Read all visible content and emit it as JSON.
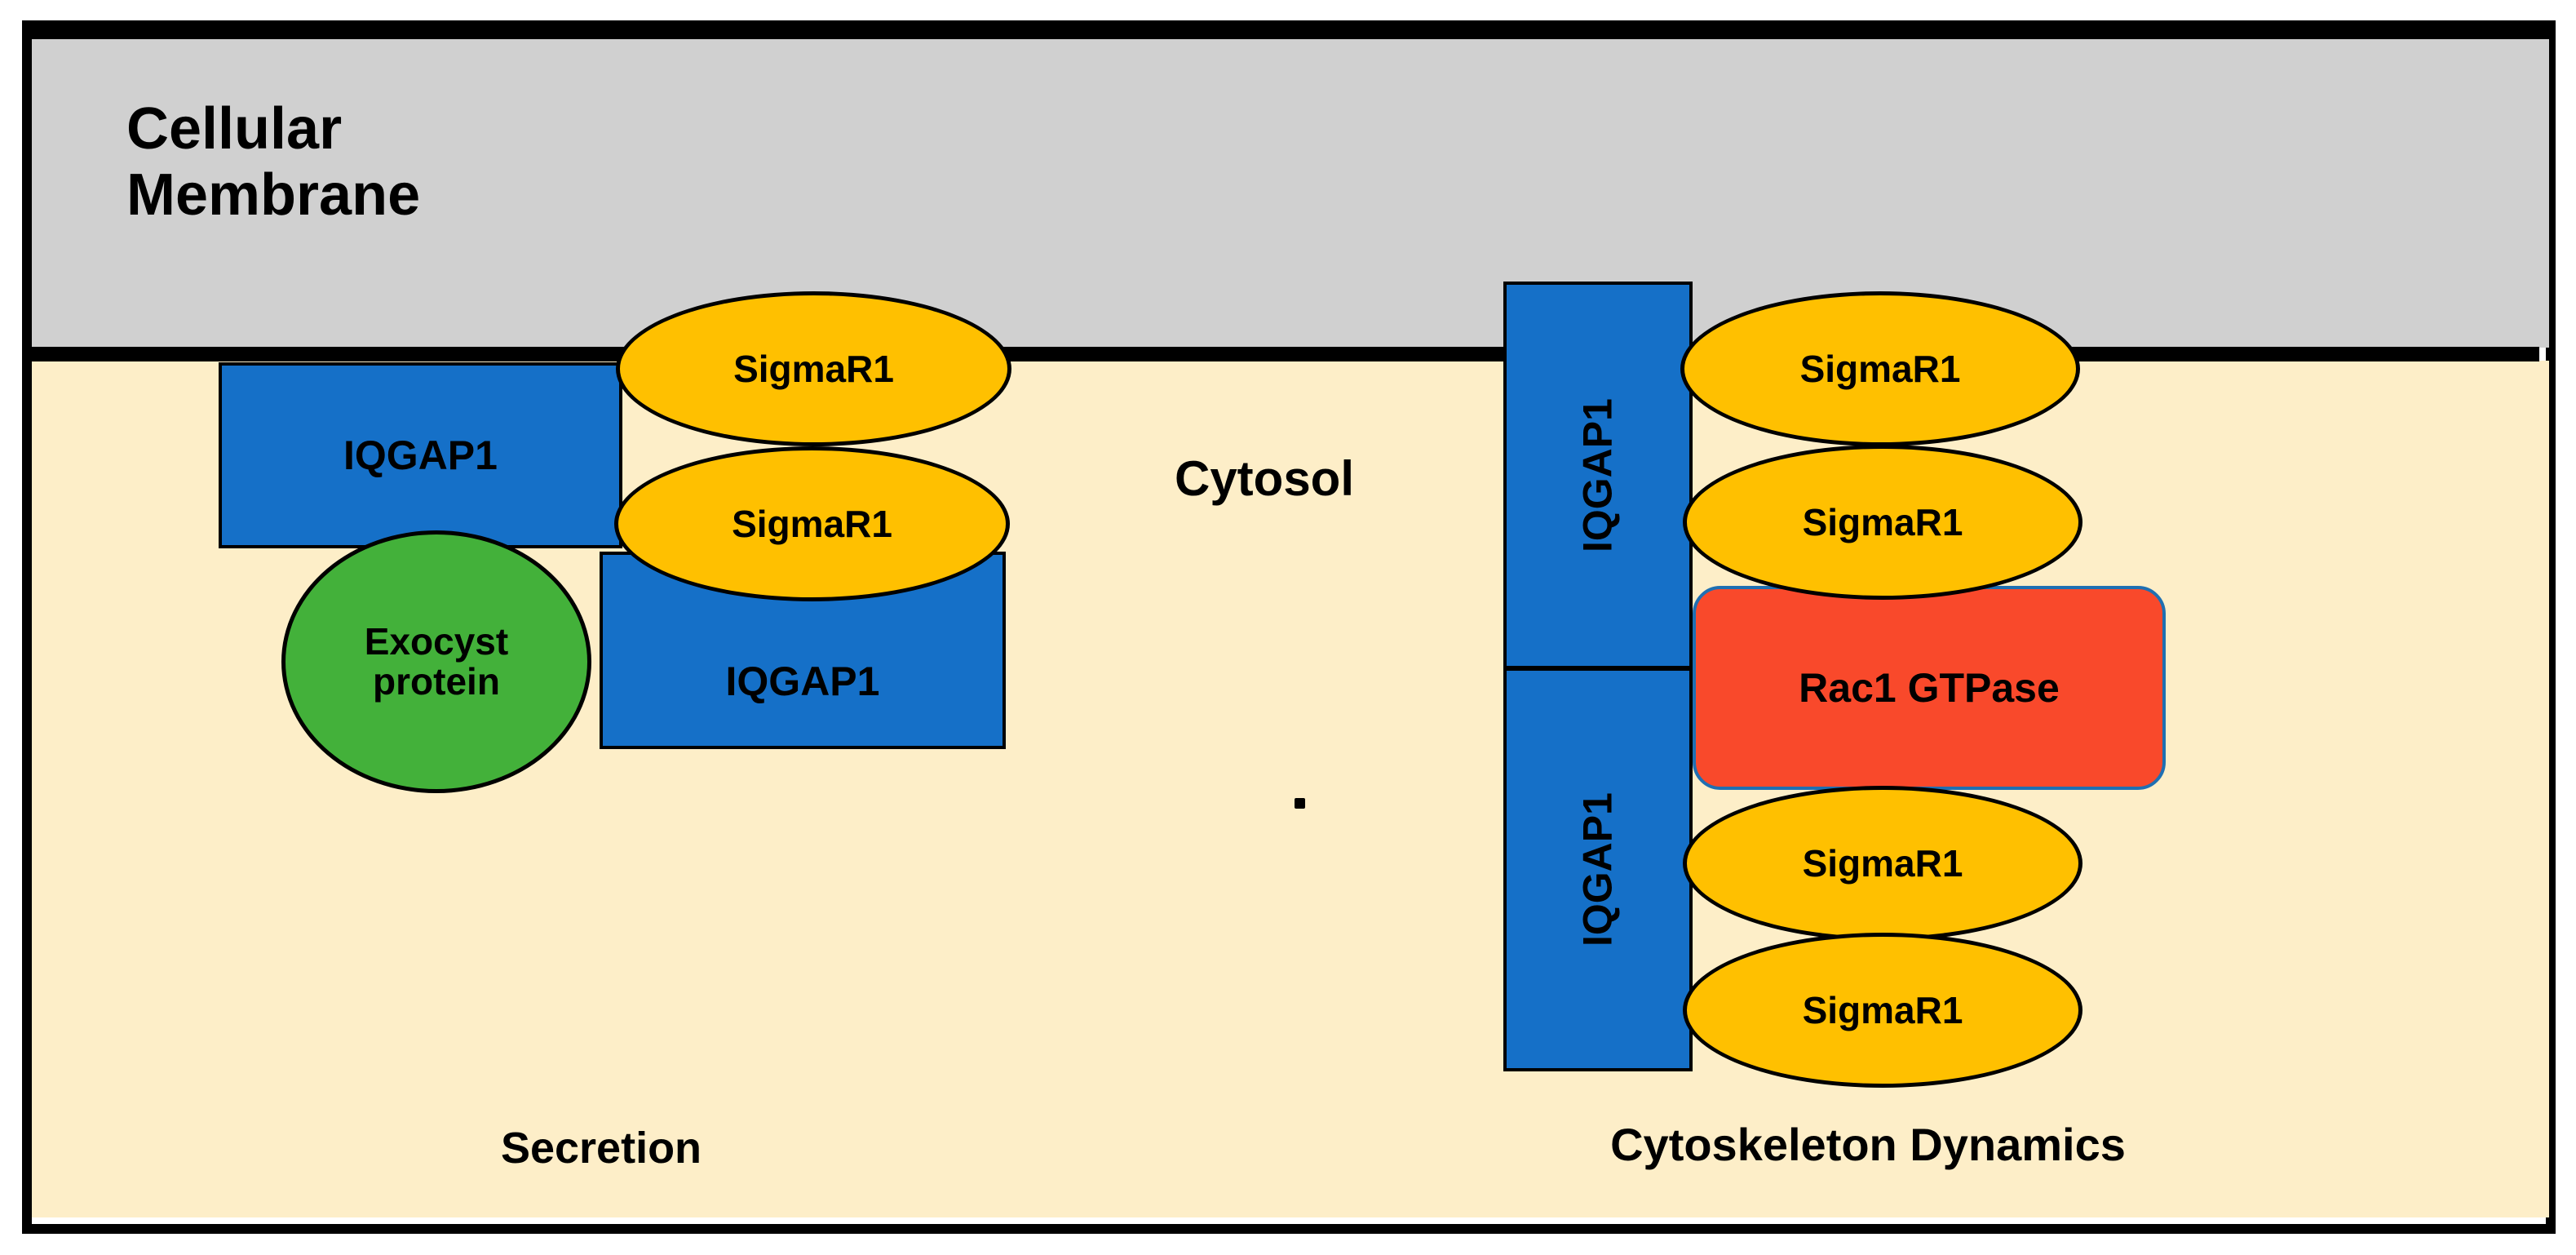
{
  "figure": {
    "title_label": "Cellular Membrane",
    "cytosol_label": "Cytosol",
    "compartments": {
      "membrane_fill": "#d0d0d0",
      "cytosol_fill": "#fdeec8",
      "border": "#000000"
    }
  },
  "palette": {
    "iqgap1_blue": "#1570c8",
    "sigmar1_yellow": "#ffc000",
    "exocyst_green": "#43b13a",
    "rac1_red": "#f9492b",
    "rac1_border_blue": "#1f6fb2",
    "outline_black": "#000000"
  },
  "left_complex": {
    "pathway_label": "Secretion",
    "nodes": [
      {
        "id": "left-iqgap1-upper",
        "label": "IQGAP1",
        "shape": "rectangle"
      },
      {
        "id": "left-sigmar1-upper",
        "label": "SigmaR1",
        "shape": "ellipse"
      },
      {
        "id": "left-sigmar1-lower",
        "label": "SigmaR1",
        "shape": "ellipse"
      },
      {
        "id": "left-exocyst",
        "label": "Exocyst\nprotein",
        "shape": "ellipse"
      },
      {
        "id": "left-iqgap1-lower",
        "label": "IQGAP1",
        "shape": "rectangle"
      }
    ]
  },
  "right_complex": {
    "pathway_label": "Cytoskeleton Dynamics",
    "nodes": [
      {
        "id": "right-iqgap1-upper",
        "label": "IQGAP1",
        "shape": "rectangle-vertical"
      },
      {
        "id": "right-iqgap1-lower",
        "label": "IQGAP1",
        "shape": "rectangle-vertical"
      },
      {
        "id": "right-sigmar1-1",
        "label": "SigmaR1",
        "shape": "ellipse"
      },
      {
        "id": "right-sigmar1-2",
        "label": "SigmaR1",
        "shape": "ellipse"
      },
      {
        "id": "right-rac1",
        "label": "Rac1 GTPase",
        "shape": "rounded-rectangle"
      },
      {
        "id": "right-sigmar1-3",
        "label": "SigmaR1",
        "shape": "ellipse"
      },
      {
        "id": "right-sigmar1-4",
        "label": "SigmaR1",
        "shape": "ellipse"
      }
    ]
  }
}
